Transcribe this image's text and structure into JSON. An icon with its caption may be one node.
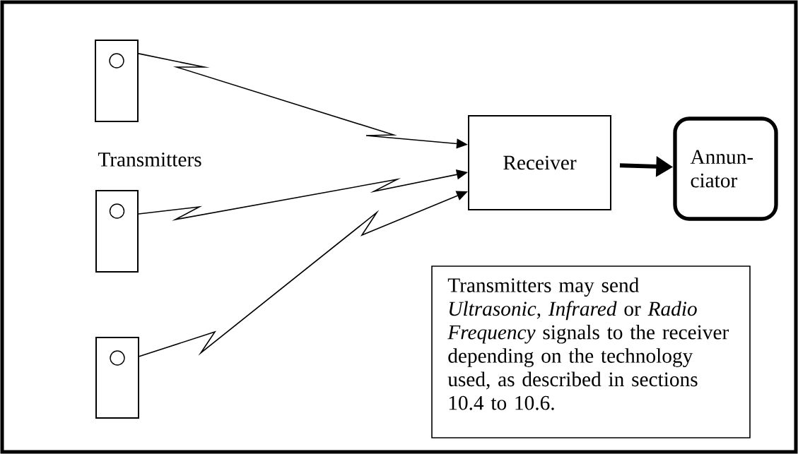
{
  "diagram": {
    "nodes": [
      {
        "text": [],
        "shape": "box"
      },
      {
        "text": [],
        "shape": "box"
      },
      {
        "text": [],
        "shape": "box"
      },
      {
        "text": [
          "Receiver"
        ]
      },
      {
        "text": [
          "Annun- ciator"
        ]
      },
      {
        "text": [
          "Transmitters may send *Ultrasonic*, *Infrared* or *Radio Frequency* signals to the receiver depending on the technology used, as described in sections 10.4 to 10.6."
        ]
      }
    ],
    "edges": [
      {
        "from": 0,
        "to": 3,
        "arrow": "to"
      },
      {
        "from": 1,
        "to": 3,
        "arrow": "to"
      },
      {
        "from": 2,
        "to": 3,
        "arrow": "to"
      },
      {
        "from": 3,
        "to": 4,
        "arrow": "to",
        "style": "thick"
      }
    ],
    "labels": [
      "Transmitters"
    ]
  }
}
